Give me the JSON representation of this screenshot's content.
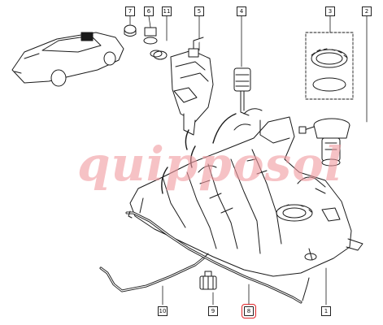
{
  "callouts": {
    "c7": "7",
    "c6": "6",
    "c11": "11",
    "c5": "5",
    "c4": "4",
    "c3": "3",
    "c2": "2",
    "c10": "10",
    "c9": "9",
    "c8": "8",
    "c1": "1"
  },
  "watermark": "quipposol",
  "colors": {
    "line": "#1a1a1a",
    "highlight": "#e0262a",
    "watermark": "#f19aa0"
  }
}
